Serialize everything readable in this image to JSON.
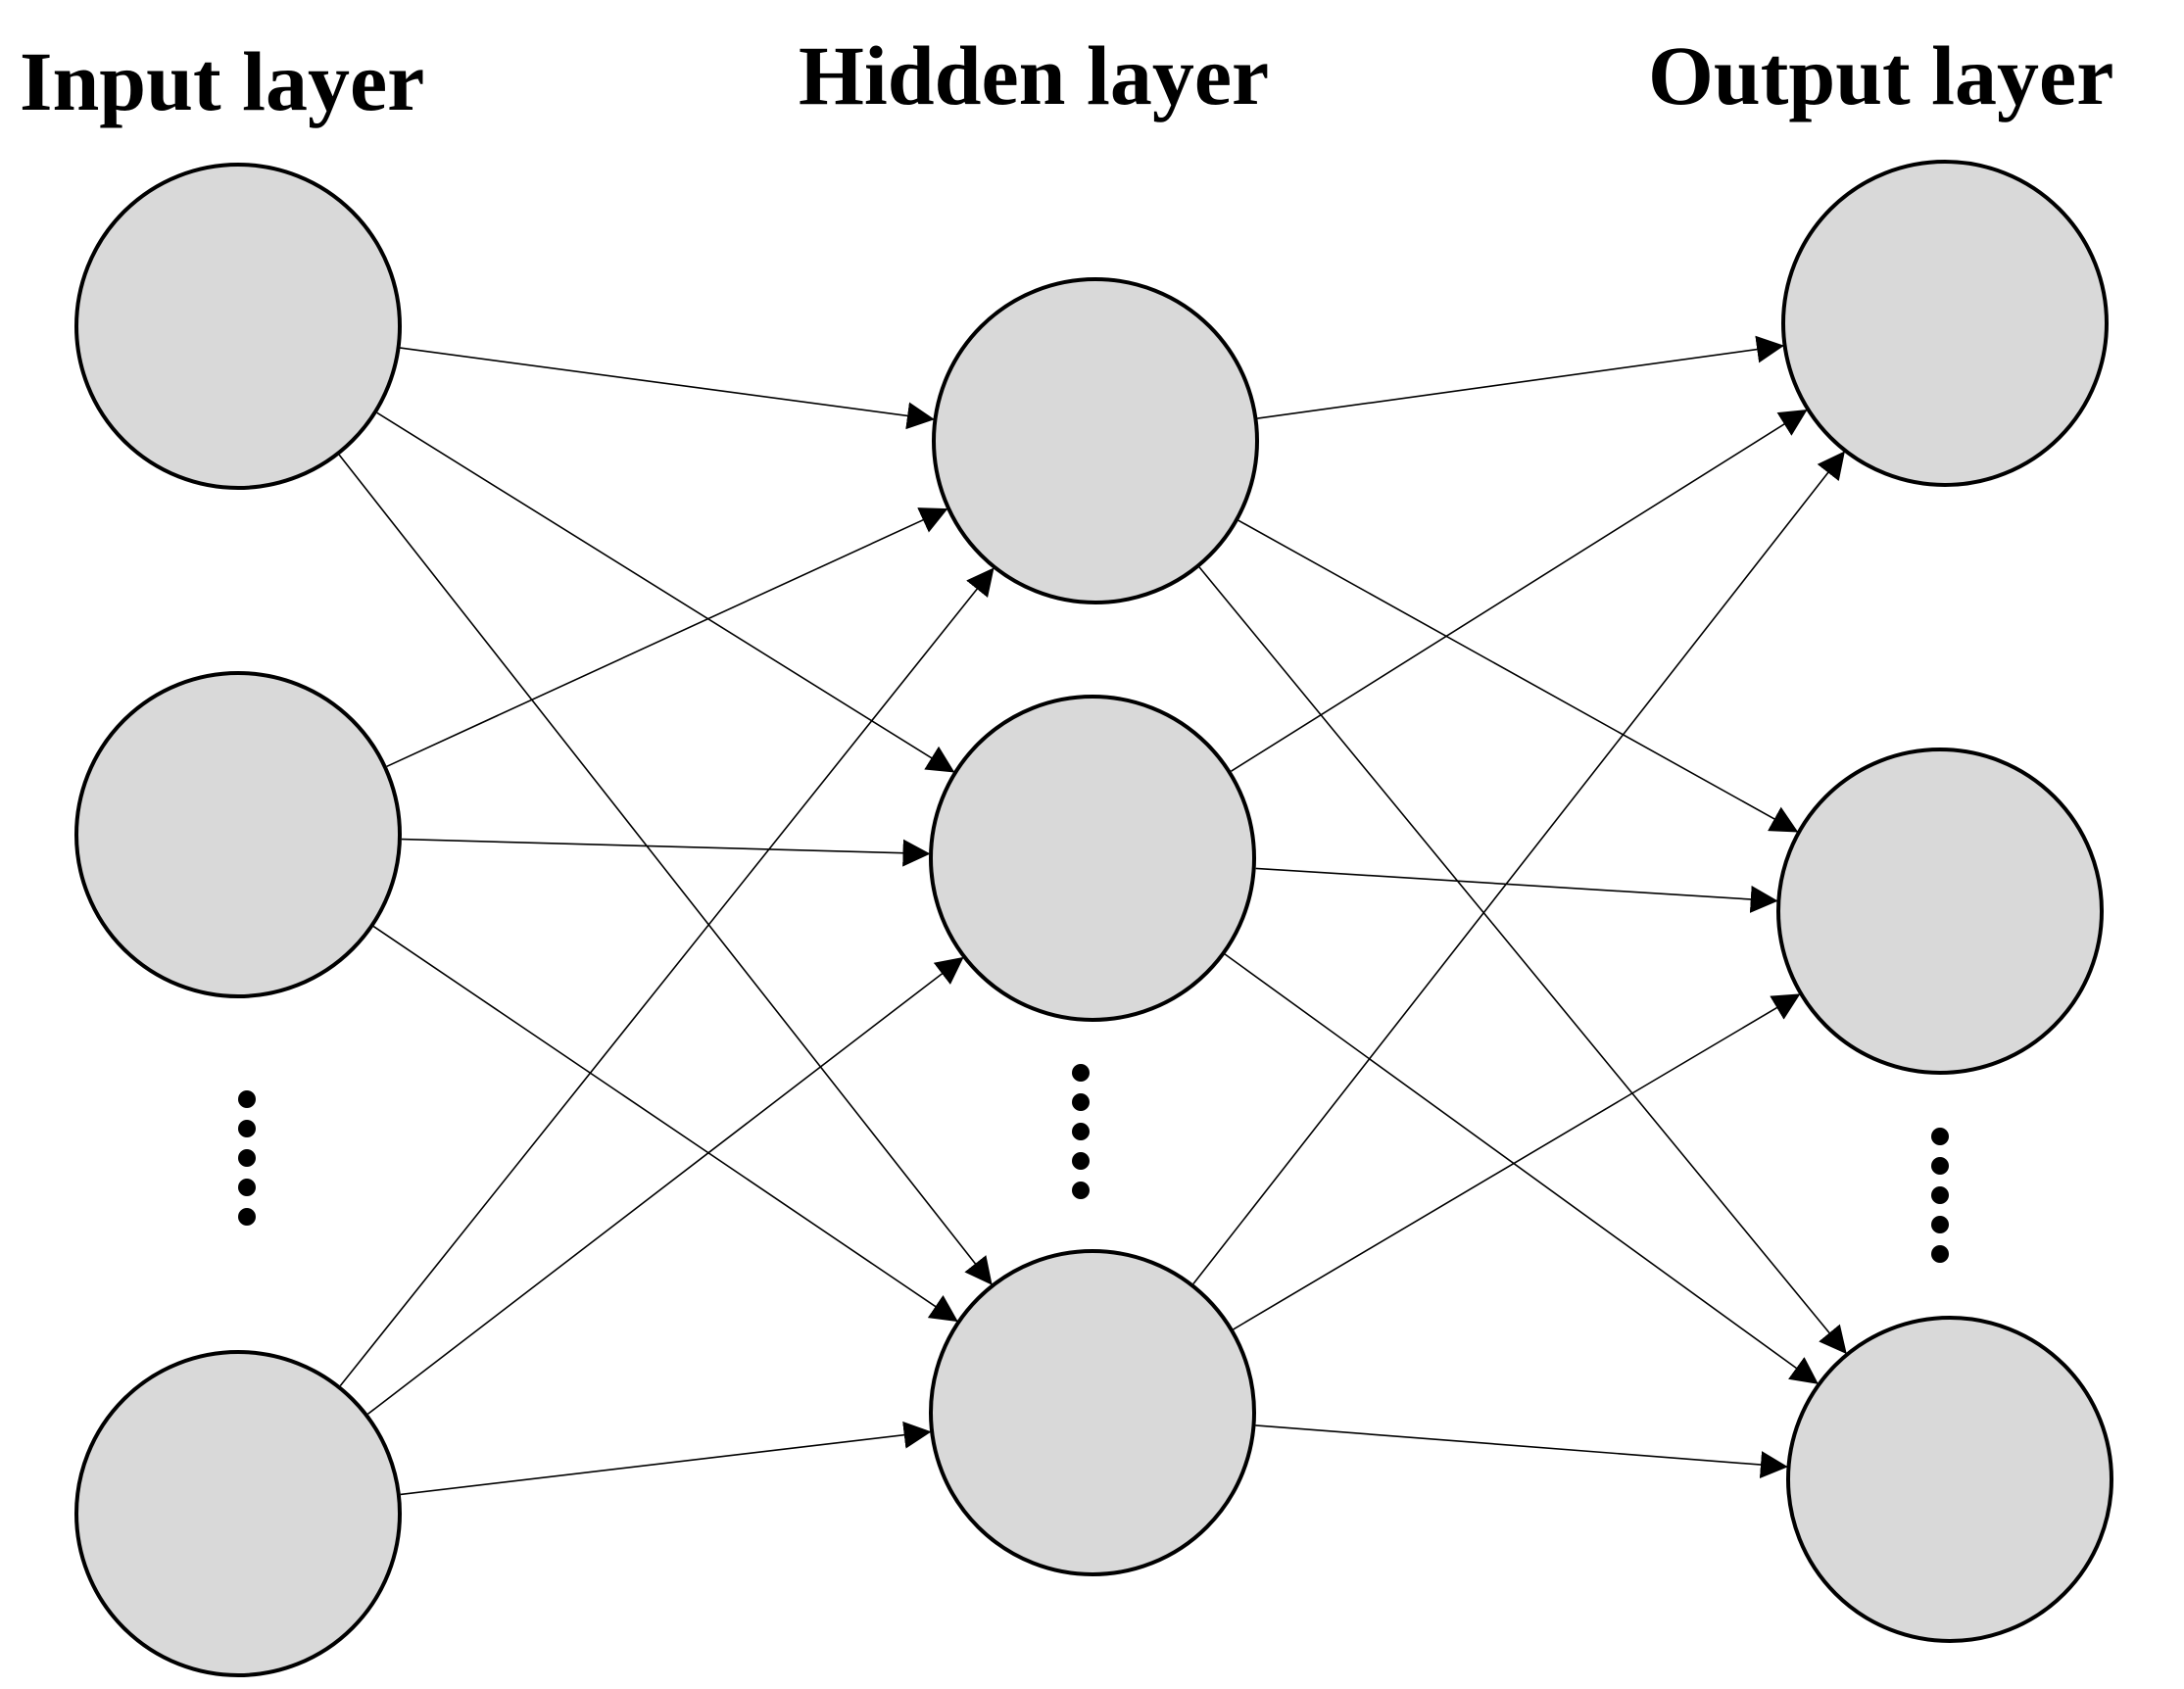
{
  "colors": {
    "background": "#ffffff",
    "node_fill": "#d9d9d9",
    "stroke": "#000000"
  },
  "layers": [
    {
      "title": "Input layer"
    },
    {
      "title": "Hidden layer"
    },
    {
      "title": "Output layer"
    }
  ]
}
